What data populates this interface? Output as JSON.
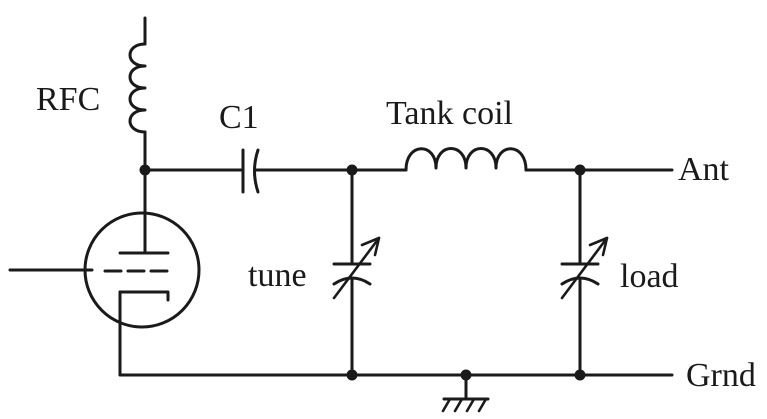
{
  "labels": {
    "rfc": "RFC",
    "c1": "C1",
    "tank_coil": "Tank coil",
    "ant": "Ant",
    "tune": "tune",
    "load": "load",
    "grnd": "Grnd"
  },
  "colors": {
    "ink": "#1a1a1a",
    "background": "#ffffff"
  }
}
